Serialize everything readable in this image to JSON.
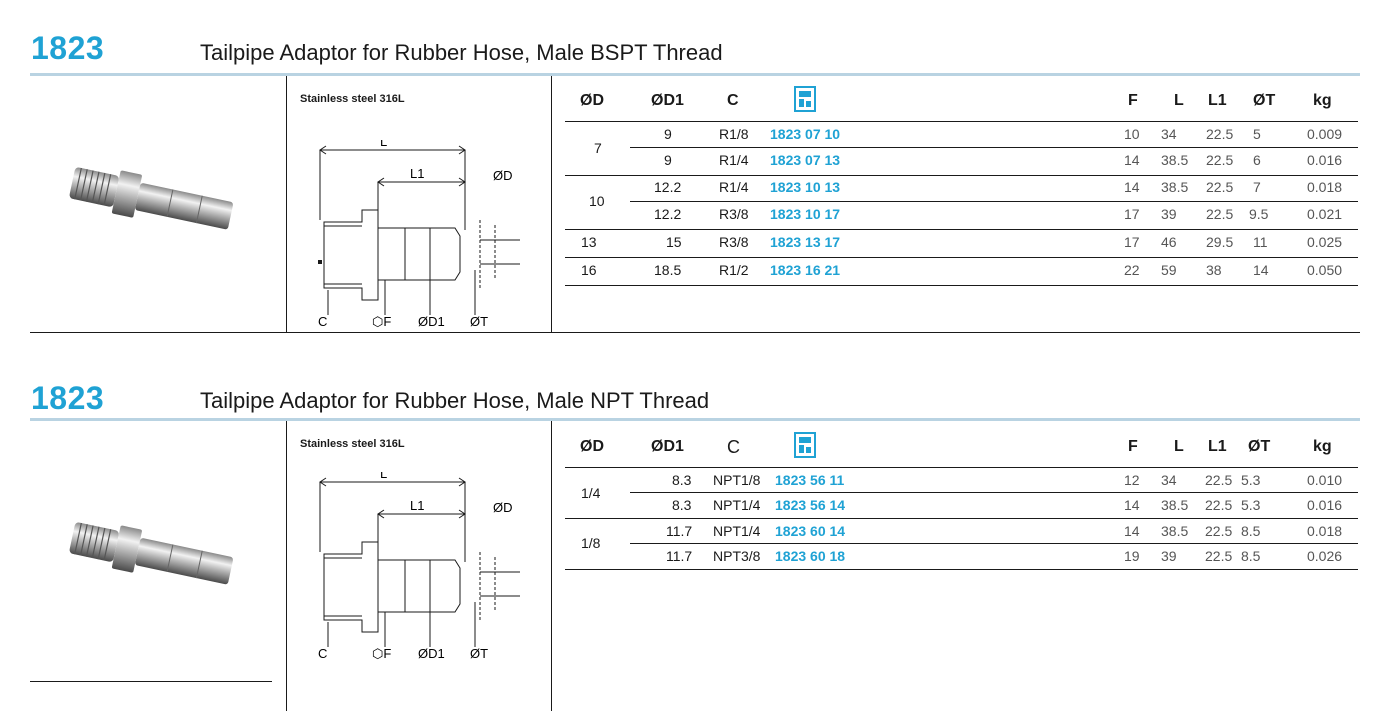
{
  "sections": [
    {
      "code": "1823",
      "title": "Tailpipe Adaptor for Rubber Hose, Male BSPT Thread",
      "material": "Stainless steel 316L",
      "drawing_labels": {
        "L": "L",
        "L1": "L1",
        "OD": "ØD",
        "C": "C",
        "F": "⬡F",
        "OD1": "ØD1",
        "OT": "ØT"
      },
      "headers": {
        "od": "ØD",
        "od1": "ØD1",
        "c": "C",
        "f": "F",
        "l": "L",
        "l1": "L1",
        "ot": "ØT",
        "kg": "kg"
      },
      "groups": [
        {
          "od": "7",
          "rows": [
            {
              "od1": "9",
              "c": "R1/8",
              "ref": "1823 07 10",
              "f": "10",
              "l": "34",
              "l1": "22.5",
              "ot": "5",
              "kg": "0.009"
            },
            {
              "od1": "9",
              "c": "R1/4",
              "ref": "1823 07 13",
              "f": "14",
              "l": "38.5",
              "l1": "22.5",
              "ot": "6",
              "kg": "0.016"
            }
          ]
        },
        {
          "od": "10",
          "rows": [
            {
              "od1": "12.2",
              "c": "R1/4",
              "ref": "1823 10 13",
              "f": "14",
              "l": "38.5",
              "l1": "22.5",
              "ot": "7",
              "kg": "0.018"
            },
            {
              "od1": "12.2",
              "c": "R3/8",
              "ref": "1823 10 17",
              "f": "17",
              "l": "39",
              "l1": "22.5",
              "ot": "9.5",
              "kg": "0.021"
            }
          ]
        },
        {
          "od": "13",
          "rows": [
            {
              "od1": "15",
              "c": "R3/8",
              "ref": "1823 13 17",
              "f": "17",
              "l": "46",
              "l1": "29.5",
              "ot": "11",
              "kg": "0.025"
            }
          ]
        },
        {
          "od": "16",
          "rows": [
            {
              "od1": "18.5",
              "c": "R1/2",
              "ref": "1823 16 21",
              "f": "22",
              "l": "59",
              "l1": "38",
              "ot": "14",
              "kg": "0.050"
            }
          ]
        }
      ]
    },
    {
      "code": "1823",
      "title": "Tailpipe Adaptor for Rubber Hose, Male NPT Thread",
      "material": "Stainless steel 316L",
      "drawing_labels": {
        "L": "L",
        "L1": "L1",
        "OD": "ØD",
        "C": "C",
        "F": "⬡F",
        "OD1": "ØD1",
        "OT": "ØT"
      },
      "headers": {
        "od": "ØD",
        "od1": "ØD1",
        "c": "C",
        "f": "F",
        "l": "L",
        "l1": "L1",
        "ot": "ØT",
        "kg": "kg"
      },
      "groups": [
        {
          "od": "1/4",
          "rows": [
            {
              "od1": "8.3",
              "c": "NPT1/8",
              "ref": "1823 56 11",
              "f": "12",
              "l": "34",
              "l1": "22.5",
              "ot": "5.3",
              "kg": "0.010"
            },
            {
              "od1": "8.3",
              "c": "NPT1/4",
              "ref": "1823 56 14",
              "f": "14",
              "l": "38.5",
              "l1": "22.5",
              "ot": "5.3",
              "kg": "0.016"
            }
          ]
        },
        {
          "od": "1/8",
          "rows": [
            {
              "od1": "11.7",
              "c": "NPT1/4",
              "ref": "1823 60 14",
              "f": "14",
              "l": "38.5",
              "l1": "22.5",
              "ot": "8.5",
              "kg": "0.018"
            },
            {
              "od1": "11.7",
              "c": "NPT3/8",
              "ref": "1823 60 18",
              "f": "19",
              "l": "39",
              "l1": "22.5",
              "ot": "8.5",
              "kg": "0.026"
            }
          ]
        }
      ]
    }
  ],
  "colors": {
    "accent": "#1fa2d4",
    "rule": "#b9d3e2",
    "text": "#1a1a1a"
  },
  "icons": {
    "logo": "catalog-logo-icon"
  }
}
